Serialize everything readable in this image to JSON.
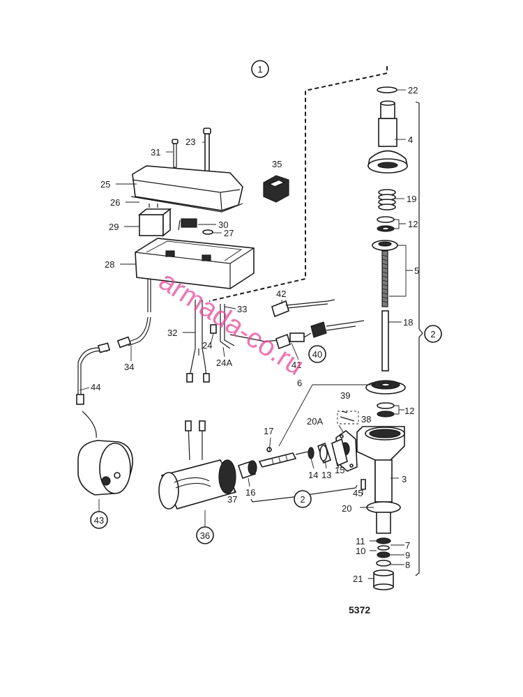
{
  "drawing_code": "5372",
  "watermark": "armada-co.ru",
  "circled_refs": [
    "1",
    "2",
    "2",
    "40",
    "43",
    "36"
  ],
  "labels": {
    "l22": "22",
    "l4": "4",
    "l19": "19",
    "l12a": "12",
    "l5": "5",
    "l18": "18",
    "l6": "6",
    "l39": "39",
    "l38": "38",
    "l12b": "12",
    "l20a": "20A",
    "l17": "17",
    "l14": "14",
    "l13": "13",
    "l15": "15",
    "l3": "3",
    "l45": "45",
    "l20": "20",
    "l11": "11",
    "l7": "7",
    "l10": "10",
    "l9": "9",
    "l8": "8",
    "l21": "21",
    "l23": "23",
    "l31": "31",
    "l35": "35",
    "l25": "25",
    "l26": "26",
    "l29": "29",
    "l30": "30",
    "l27": "27",
    "l28": "28",
    "l33": "33",
    "l42": "42",
    "l32": "32",
    "l24": "24",
    "l24a": "24A",
    "l41": "41",
    "l34": "34",
    "l44": "44",
    "l37": "37",
    "l16": "16"
  }
}
